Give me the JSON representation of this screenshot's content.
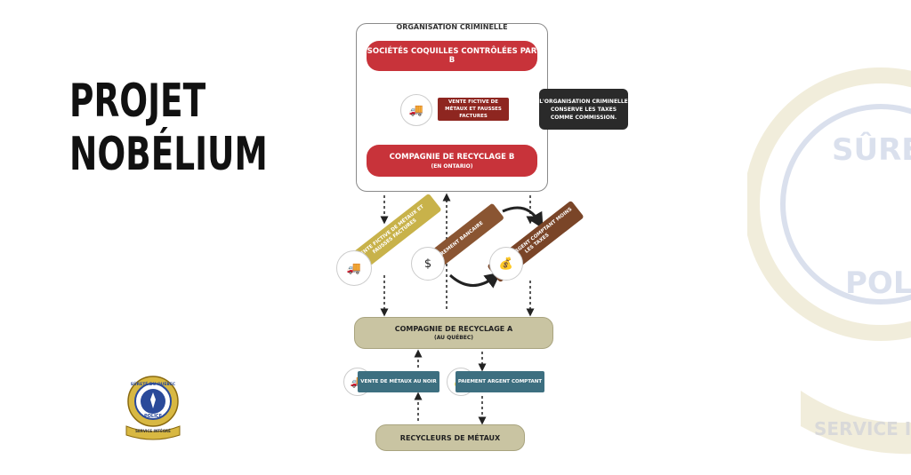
{
  "page": {
    "title_line1": "PROJET",
    "title_line2": "NOBÉLIUM"
  },
  "diagram": {
    "org_label": "ORGANISATION CRIMINELLE",
    "shell_companies": "SOCIÉTÉS COQUILLES CONTRÔLÉES PAR B",
    "fake_sale_b": "VENTE FICTIVE DE MÉTAUX ET FAUSSES FACTURES",
    "recycling_b": "COMPAGNIE DE RECYCLAGE B",
    "recycling_b_sub": "(EN ONTARIO)",
    "commission_note": "L'ORGANISATION CRIMINELLE CONSERVE LES TAXES COMME COMMISSION.",
    "band_fake_sale": "VENTE FICTIVE DE MÉTAUX ET FAUSSES FACTURES",
    "band_wire": "VIREMENT BANCAIRE",
    "band_cash": "REMISE ARGENT COMPTANT MOINS LES TAXES",
    "recycling_a": "COMPAGNIE DE RECYCLAGE A",
    "recycling_a_sub": "(AU QUÉBEC)",
    "black_market": "VENTE DE MÉTAUX AU NOIR",
    "cash_payment": "PAIEMENT ARGENT COMPTANT",
    "metal_recyclers": "RECYCLEURS DE MÉTAUX"
  },
  "logo": {
    "top_text": "SÛRETÉ DU QUÉBEC",
    "bottom_text": "POLICE",
    "ribbon_text": "SERVICE INTÉGRÉ"
  },
  "watermark": {
    "arc_text": "SÛRETÉ DU",
    "police_text": "POLI",
    "ribbon_text": "SERVICE INTÉG"
  },
  "colors": {
    "red": "#c8333a",
    "dark_red": "#8e2620",
    "gold": "#c8b24a",
    "brown": "#8a5532",
    "khaki": "#c9c4a2",
    "teal": "#3d6f80",
    "tag": "#2a2a2a"
  }
}
